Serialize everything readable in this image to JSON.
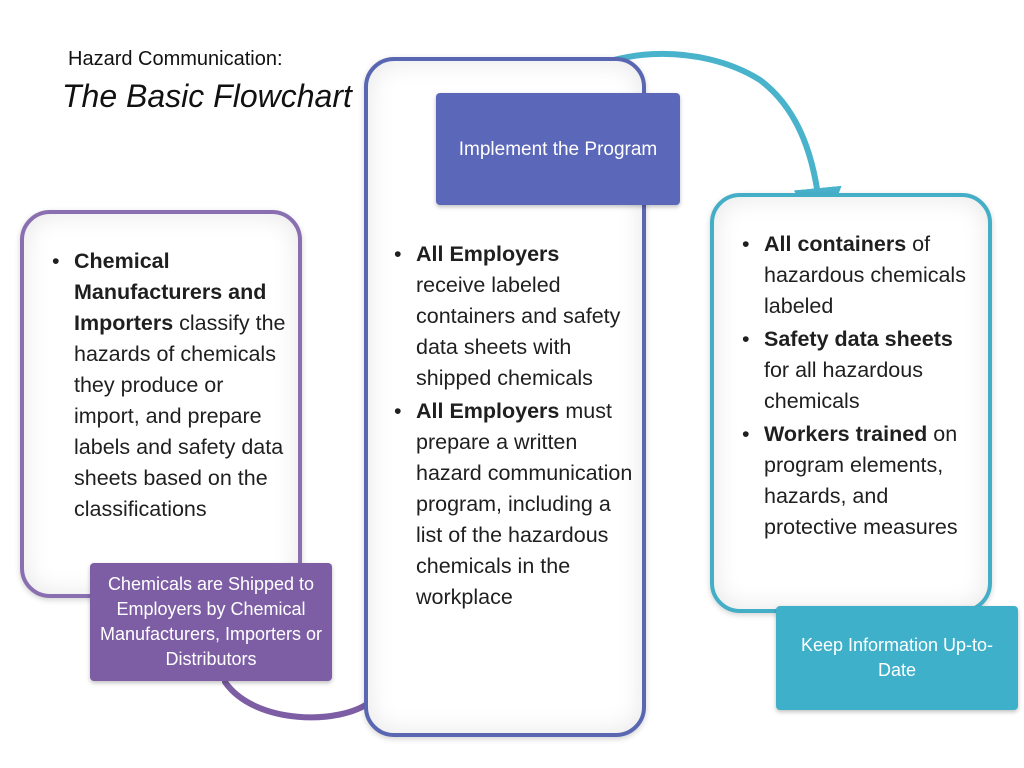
{
  "title": {
    "line1": "Hazard Communication:",
    "line2": "The Basic Flowchart"
  },
  "panels": {
    "left": {
      "bullets": [
        {
          "bold": "Chemical Manufacturers and Importers",
          "text": " classify the hazards of chemicals they produce or import, and prepare labels and safety data sheets based on the classifications"
        }
      ]
    },
    "middle": {
      "bullets": [
        {
          "bold": "All Employers",
          "text": " receive labeled containers and safety data sheets with shipped chemicals"
        },
        {
          "bold": "All Employers",
          "text": " must prepare a written  hazard communication program, including a list of the hazardous chemicals in the workplace"
        }
      ]
    },
    "right": {
      "bullets": [
        {
          "bold": "All containers",
          "text": " of hazardous chemicals labeled"
        },
        {
          "bold": "Safety data sheets",
          "text": " for all hazardous chemicals"
        },
        {
          "bold": "Workers trained",
          "text": " on program elements, hazards, and protective measures"
        }
      ]
    }
  },
  "steps": {
    "ship": "Chemicals are Shipped to Employers by Chemical Manufacturers, Importers or Distributors",
    "implement": "Implement the Program",
    "keep": "Keep Information Up-to-Date"
  },
  "bullet_symbol": "•",
  "colors": {
    "purple": "#7d5ea5",
    "blue": "#5b67b8",
    "teal": "#3fb0c9"
  }
}
